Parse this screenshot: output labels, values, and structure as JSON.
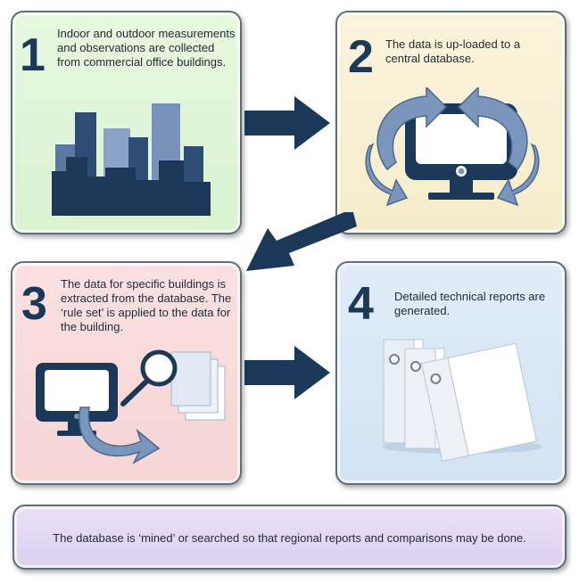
{
  "steps": [
    {
      "number": "1",
      "text": "Indoor and outdoor measurements and observations are collected from commercial office buildings."
    },
    {
      "number": "2",
      "text": "The data is up-loaded to a central database."
    },
    {
      "number": "3",
      "text": "The data for specific buildings is extracted from the database. The ‘rule set’ is applied to the data for the building."
    },
    {
      "number": "4",
      "text": "Detailed technical reports are generated."
    }
  ],
  "footer": {
    "text": "The database is ‘mined’ or searched so that regional reports and comparisons may be done."
  },
  "colors": {
    "dark_navy": "#1b3858",
    "arrow_blue": "#7a96bd",
    "panel_green": "#e2f5da",
    "panel_yellow": "#f8f0d3",
    "panel_pink": "#f8dbdb",
    "panel_blue": "#dbe8f6",
    "panel_purple": "#e4d8f4"
  }
}
